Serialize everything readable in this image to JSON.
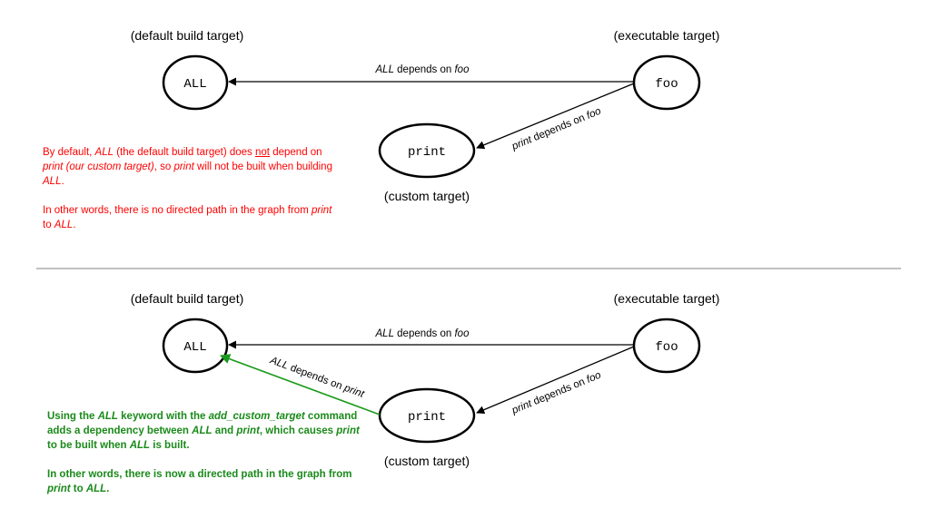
{
  "colors": {
    "line": "#000000",
    "accent_green": "#1a9a1a",
    "note_red": "#ff0000",
    "note_green": "#1a8a1a",
    "divider": "#c0c0c0"
  },
  "top": {
    "nodes": {
      "all": "ALL",
      "foo": "foo",
      "print": "print"
    },
    "labels": {
      "all": "(default build target)",
      "foo": "(executable target)",
      "print": "(custom target)"
    },
    "edges": {
      "foo_to_all": {
        "subject": "ALL",
        "verb": " depends on ",
        "object": "foo"
      },
      "foo_to_print": {
        "subject": "print",
        "verb": " depends on ",
        "object": "foo"
      }
    },
    "note": {
      "p1_a": "By default, ",
      "p1_b": "ALL",
      "p1_c": " (the default build target) does ",
      "p1_d": "not",
      "p1_e": " depend on ",
      "p1_f": "print (our custom target)",
      "p1_g": ", so ",
      "p1_h": "print",
      "p1_i": " will not be built when building ",
      "p1_j": "ALL",
      "p1_k": ".",
      "p2_a": "In other words, there is no directed path in the graph from ",
      "p2_b": "print",
      "p2_c": " to ",
      "p2_d": "ALL",
      "p2_e": "."
    }
  },
  "bottom": {
    "nodes": {
      "all": "ALL",
      "foo": "foo",
      "print": "print"
    },
    "labels": {
      "all": "(default build target)",
      "foo": "(executable target)",
      "print": "(custom target)"
    },
    "edges": {
      "foo_to_all": {
        "subject": "ALL",
        "verb": " depends on ",
        "object": "foo"
      },
      "foo_to_print": {
        "subject": "print",
        "verb": " depends on ",
        "object": "foo"
      },
      "print_to_all": {
        "subject": "ALL",
        "verb": " depends on ",
        "object": "print"
      }
    },
    "note": {
      "p1_a": "Using the ",
      "p1_b": "ALL",
      "p1_c": " keyword  with the ",
      "p1_d": "add_custom_target",
      "p1_e": " command adds a dependency between ",
      "p1_f": "ALL",
      "p1_g": " and ",
      "p1_h": "print",
      "p1_i": ", which causes ",
      "p1_j": "print",
      "p1_k": " to be built when ",
      "p1_l": "ALL",
      "p1_m": " is built.",
      "p2_a": "In other words, there is now a directed path in the graph from ",
      "p2_b": "print",
      "p2_c": " to ",
      "p2_d": "ALL",
      "p2_e": "."
    }
  }
}
